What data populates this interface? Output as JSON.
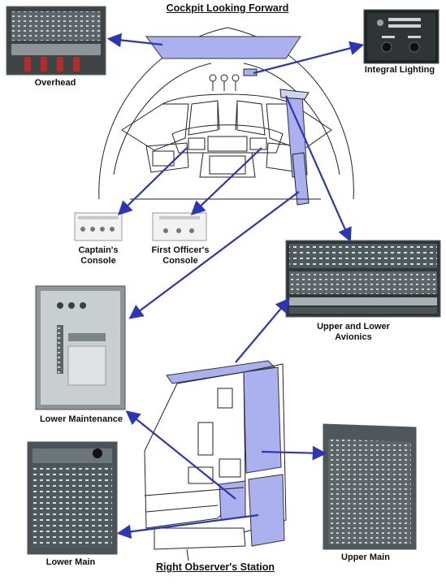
{
  "diagram": {
    "top_title": "Cockpit Looking Forward",
    "bottom_title": "Right Observer's Station",
    "labels": {
      "overhead": "Overhead",
      "integral_lighting": "Integral Lighting",
      "captains_console_line1": "Captain's",
      "captains_console_line2": "Console",
      "first_officers_console_line1": "First Officer's",
      "first_officers_console_line2": "Console",
      "upper_lower_avionics_line1": "Upper and Lower",
      "upper_lower_avionics_line2": "Avionics",
      "lower_maintenance": "Lower Maintenance",
      "lower_main": "Lower Main",
      "upper_main": "Upper Main"
    }
  },
  "colors": {
    "highlight_fill": "#aab1ee",
    "arrow": "#2b35b8",
    "line_art": "#222222",
    "panel_dark": "#3a3f42",
    "panel_mid": "#7d8589"
  }
}
